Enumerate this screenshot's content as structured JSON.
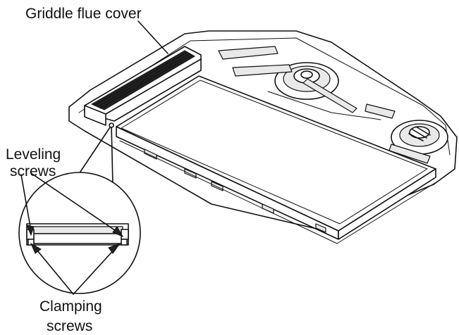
{
  "labels": {
    "flue_cover": "Griddle flue cover",
    "leveling_line1": "Leveling",
    "leveling_line2": "screws",
    "clamping_line1": "Clamping",
    "clamping_line2": "screws"
  }
}
